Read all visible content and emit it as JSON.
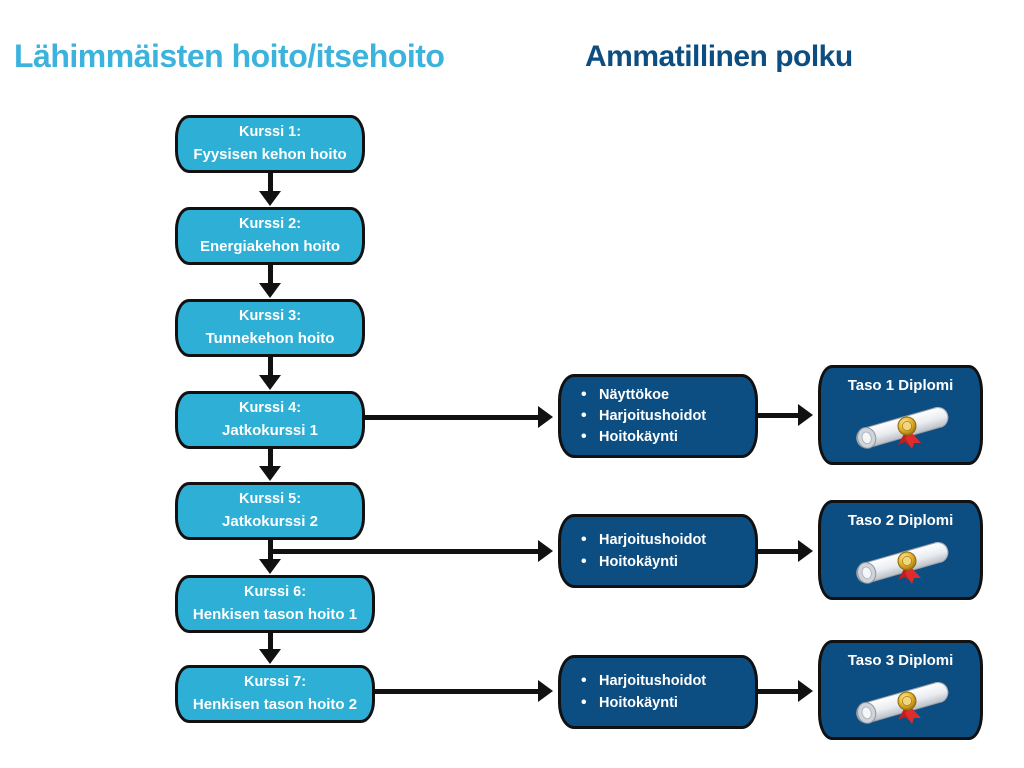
{
  "headings": {
    "left": "Lähimmäisten hoito/itsehoito",
    "right": "Ammatillinen polku"
  },
  "colors": {
    "course_fill": "#2eafd6",
    "node_fill": "#0d4e82",
    "outline": "#111111",
    "title_left": "#3bb3dd",
    "title_right": "#0d4e82",
    "background": "#ffffff"
  },
  "courses": [
    {
      "id": "kurssi-1",
      "number": "Kurssi 1:",
      "name": "Fyysisen kehon hoito"
    },
    {
      "id": "kurssi-2",
      "number": "Kurssi 2:",
      "name": "Energiakehon hoito"
    },
    {
      "id": "kurssi-3",
      "number": "Kurssi 3:",
      "name": "Tunnekehon hoito"
    },
    {
      "id": "kurssi-4",
      "number": "Kurssi 4:",
      "name": "Jatkokurssi 1"
    },
    {
      "id": "kurssi-5",
      "number": "Kurssi 5:",
      "name": "Jatkokurssi 2"
    },
    {
      "id": "kurssi-6",
      "number": "Kurssi 6:",
      "name": "Henkisen tason hoito 1"
    },
    {
      "id": "kurssi-7",
      "number": "Kurssi 7:",
      "name": "Henkisen tason hoito 2"
    }
  ],
  "requirements": [
    {
      "id": "requirements-1",
      "items": [
        "Näyttökoe",
        "Harjoitushoidot",
        "Hoitokäynti"
      ]
    },
    {
      "id": "requirements-2",
      "items": [
        "Harjoitushoidot",
        "Hoitokäynti"
      ]
    },
    {
      "id": "requirements-3",
      "items": [
        "Harjoitushoidot",
        "Hoitokäynti"
      ]
    }
  ],
  "diplomas": [
    {
      "id": "diploma-1",
      "label": "Taso 1 Diplomi",
      "icon": "diploma-scroll-icon"
    },
    {
      "id": "diploma-2",
      "label": "Taso 2 Diplomi",
      "icon": "diploma-scroll-icon"
    },
    {
      "id": "diploma-3",
      "label": "Taso 3 Diplomi",
      "icon": "diploma-scroll-icon"
    }
  ]
}
